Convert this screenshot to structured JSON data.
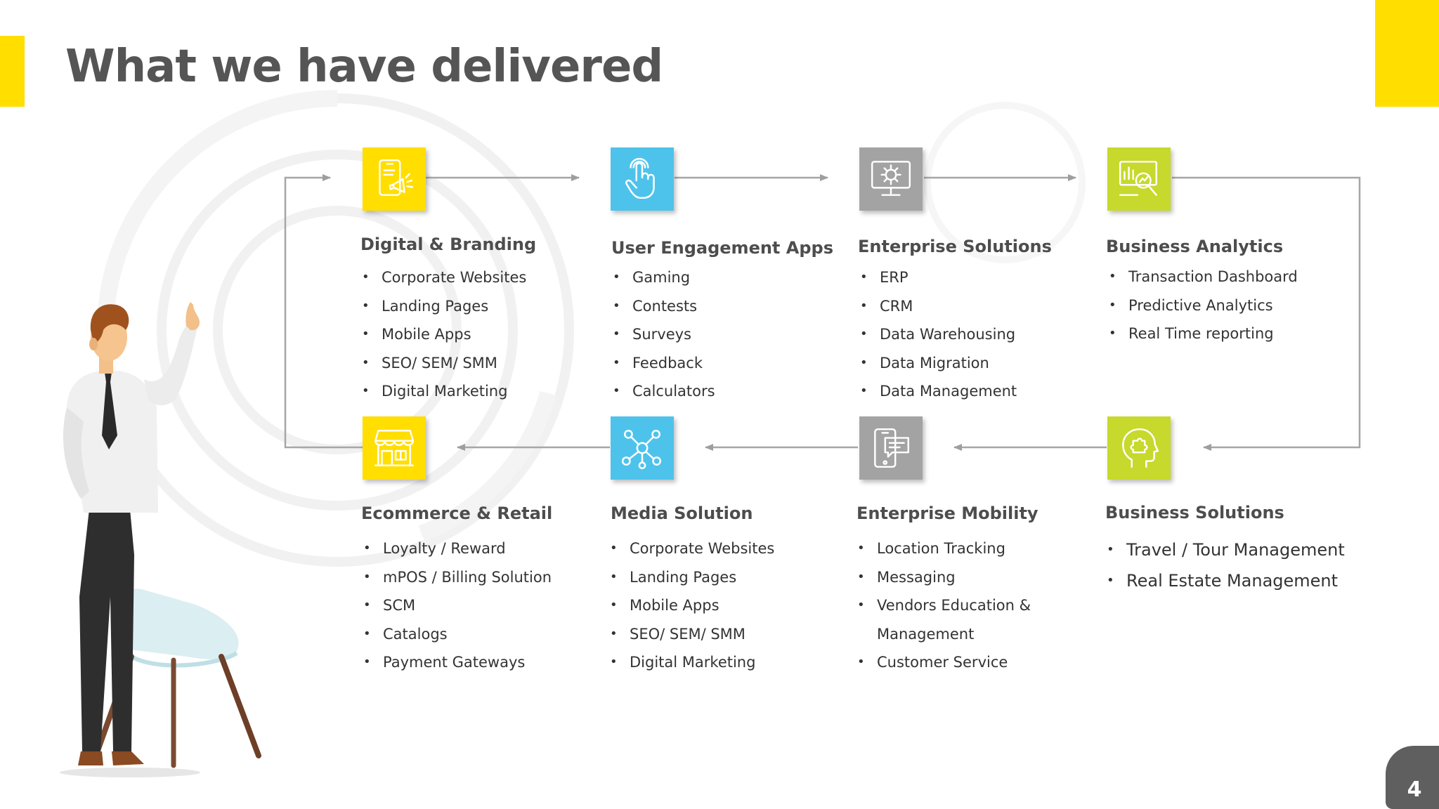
{
  "title": "What we have delivered",
  "page_number": "4",
  "colors": {
    "accent_yellow": "#FFDE00",
    "sky_blue": "#4DC3EC",
    "grey": "#A3A3A3",
    "lime": "#C6D92C",
    "heading_text": "#4d4d4d",
    "title_text": "#555555"
  },
  "cards": [
    {
      "heading": "Digital & Branding",
      "icon": "mobile-marketing-icon",
      "items": [
        "Corporate Websites",
        "Landing Pages",
        "Mobile Apps",
        "SEO/ SEM/ SMM",
        "Digital Marketing"
      ]
    },
    {
      "heading": "User Engagement Apps",
      "icon": "touch-hand-icon",
      "items": [
        "Gaming",
        "Contests",
        "Surveys",
        "Feedback",
        "Calculators"
      ]
    },
    {
      "heading": "Enterprise Solutions",
      "icon": "monitor-gear-icon",
      "items": [
        "ERP",
        "CRM",
        "Data Warehousing",
        "Data Migration",
        "Data Management"
      ]
    },
    {
      "heading": "Business Analytics",
      "icon": "analytics-magnifier-icon",
      "items": [
        "Transaction Dashboard",
        "Predictive Analytics",
        "Real Time reporting"
      ]
    },
    {
      "heading": "Ecommerce & Retail",
      "icon": "storefront-icon",
      "items": [
        "Loyalty / Reward",
        "mPOS / Billing Solution",
        "SCM",
        "Catalogs",
        "Payment Gateways"
      ]
    },
    {
      "heading": "Media Solution",
      "icon": "network-nodes-icon",
      "items": [
        "Corporate Websites",
        "Landing Pages",
        "Mobile Apps",
        "SEO/ SEM/ SMM",
        "Digital Marketing"
      ]
    },
    {
      "heading": "Enterprise Mobility",
      "icon": "mobile-message-icon",
      "items": [
        "Location Tracking",
        "Messaging",
        "Vendors Education & Management",
        "Customer Service"
      ]
    },
    {
      "heading": "Business Solutions",
      "icon": "head-puzzle-icon",
      "items": [
        "Travel / Tour Management",
        "Real Estate Management"
      ]
    }
  ]
}
